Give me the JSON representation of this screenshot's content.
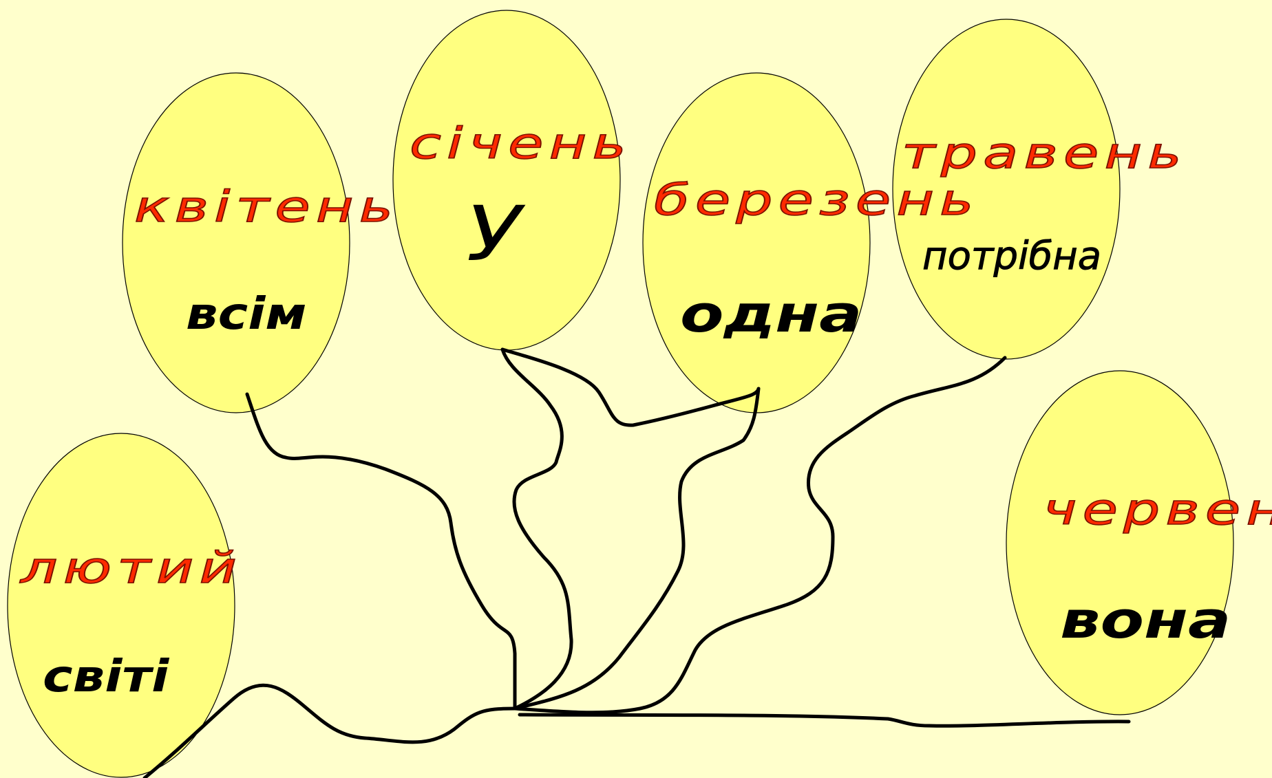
{
  "colors": {
    "background": "#ffffcc",
    "balloon_fill": "#ffff80",
    "month_text": "#ff2a00",
    "word_text": "#000000"
  },
  "balloons": [
    {
      "id": "kviten",
      "month": "квітень",
      "word": "всім"
    },
    {
      "id": "sichen",
      "month": "січень",
      "word": "У"
    },
    {
      "id": "berezen",
      "month": "березень",
      "word": "одна"
    },
    {
      "id": "traven",
      "month": "травень",
      "word": "потрібна"
    },
    {
      "id": "lyutyi",
      "month": "лютий",
      "word": "світі"
    },
    {
      "id": "cherven",
      "month": "червень",
      "word": "вона"
    }
  ]
}
